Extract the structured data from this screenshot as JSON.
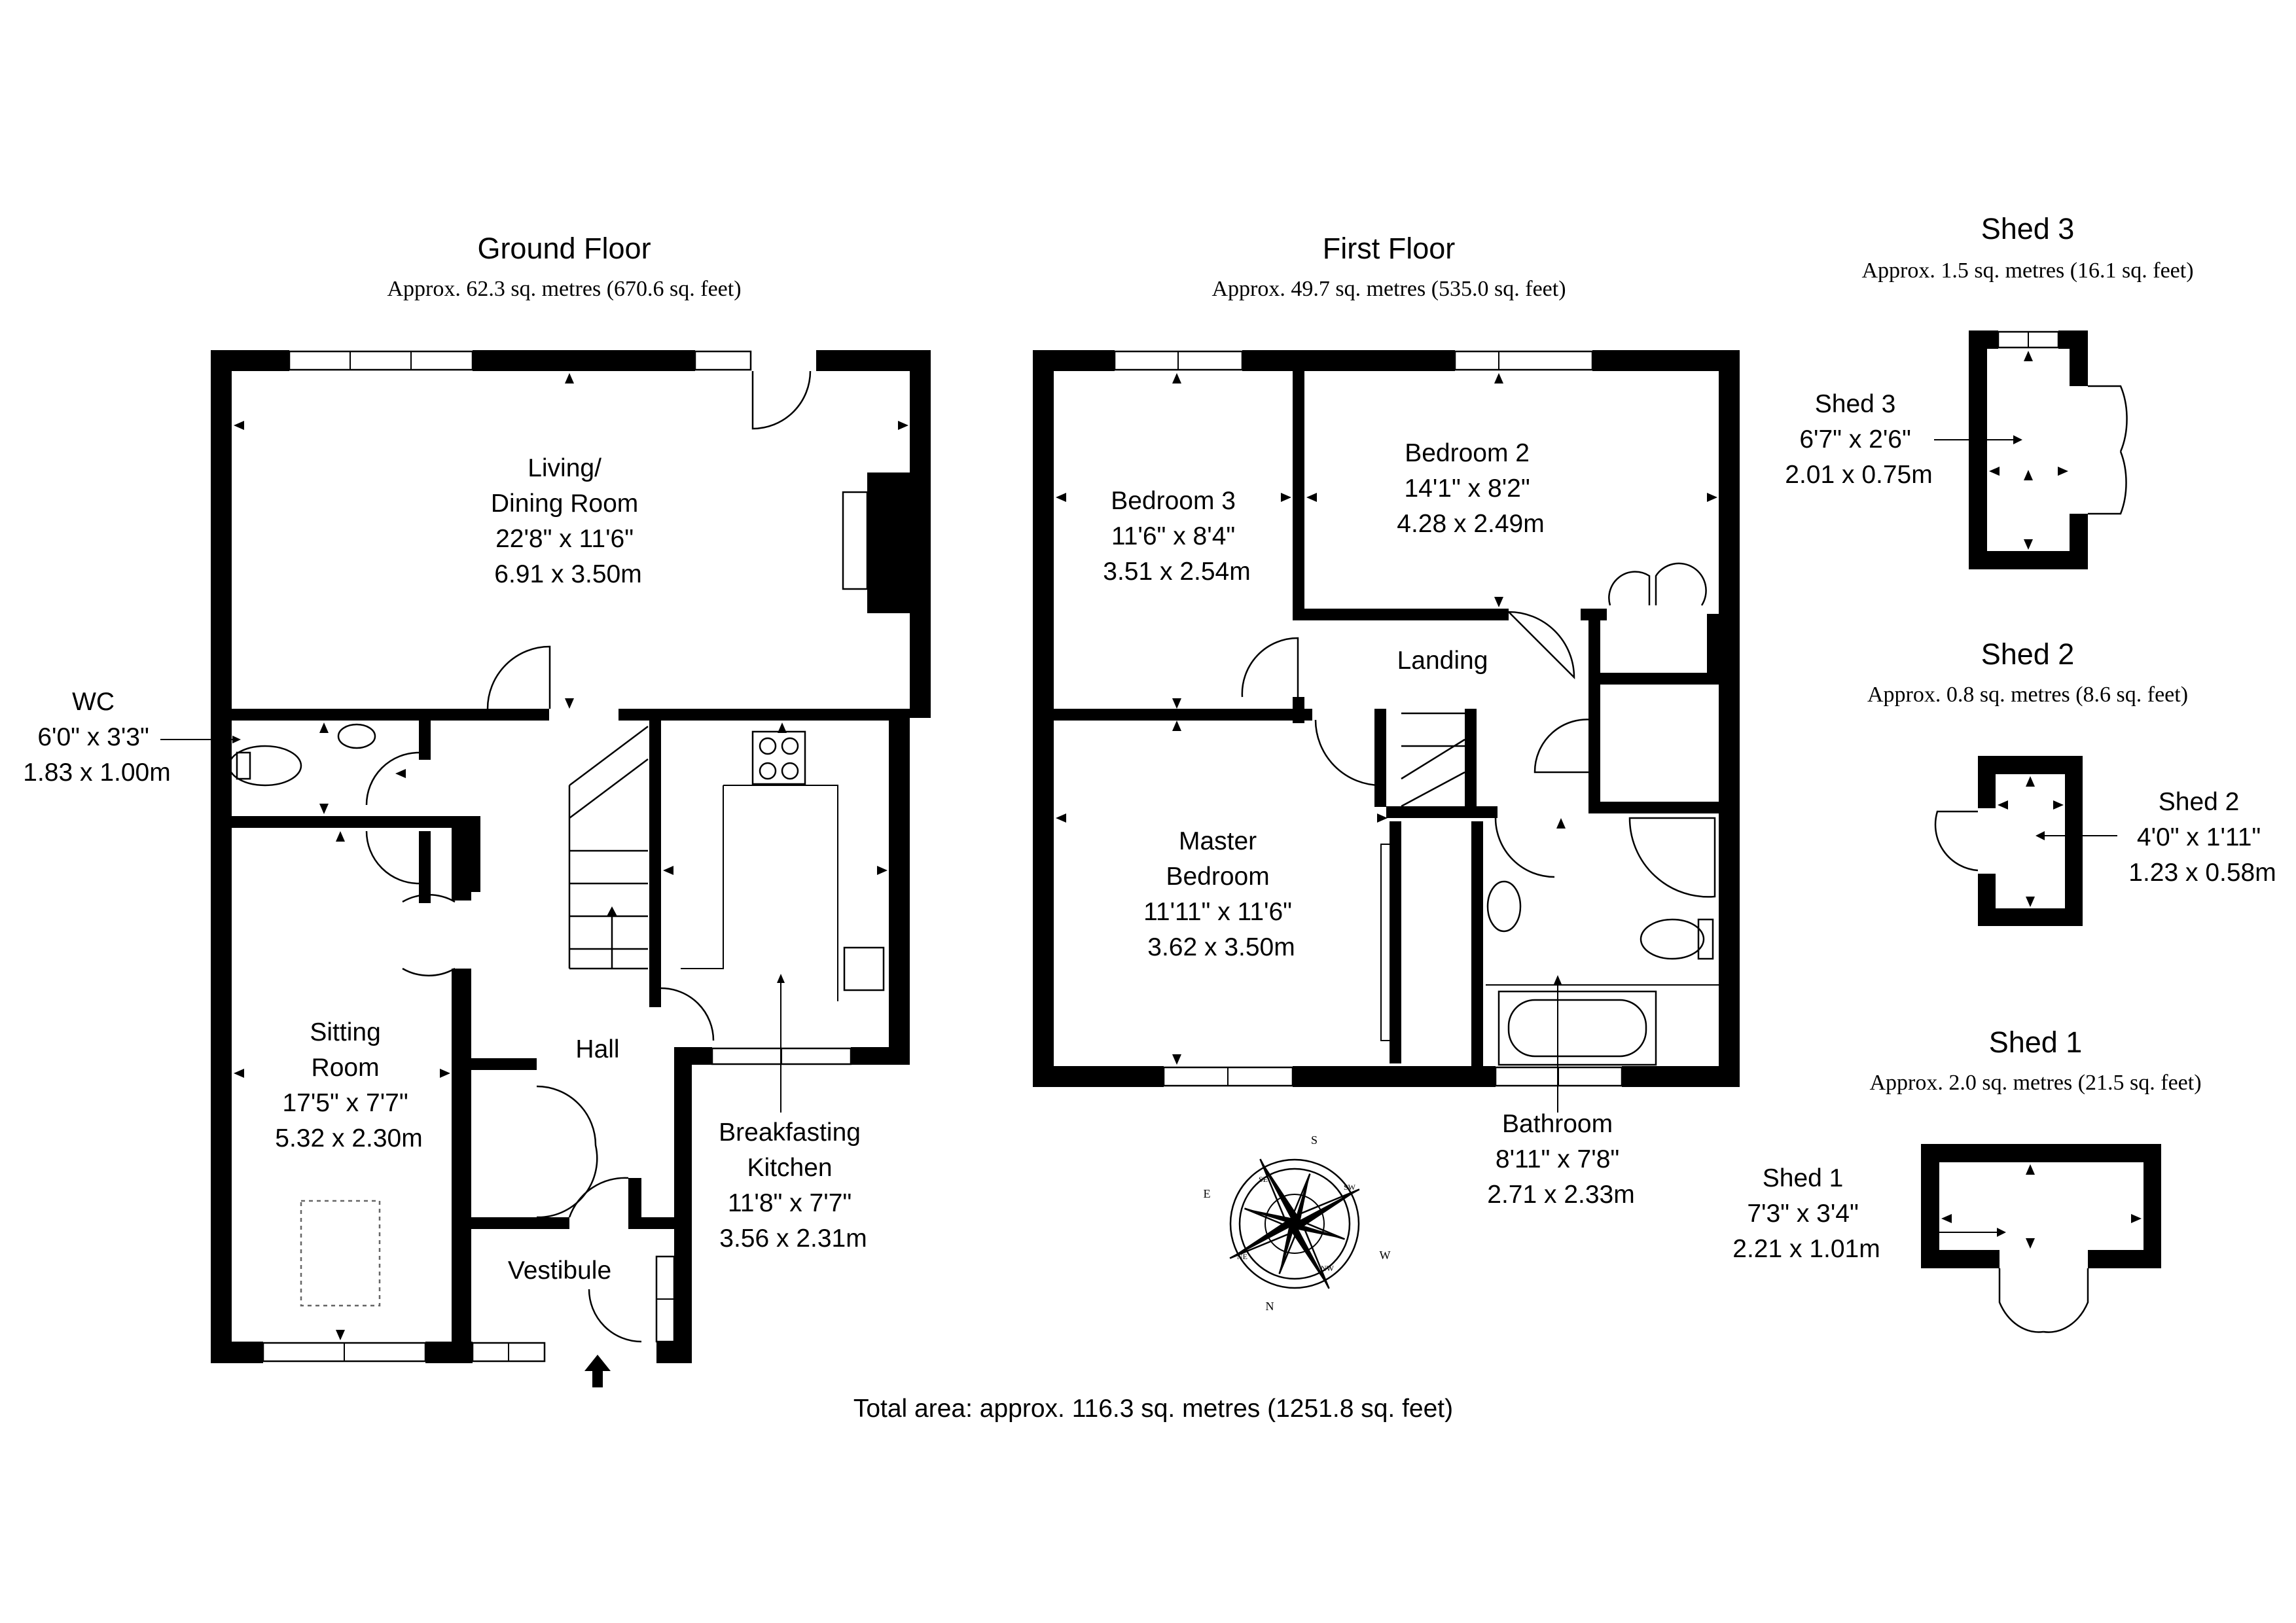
{
  "ground_floor": {
    "title": "Ground Floor",
    "area": "Approx. 62.3 sq. metres (670.6 sq. feet)",
    "rooms": {
      "living": [
        "Living/",
        "Dining Room",
        "22'8\" x 11'6\"",
        "6.91 x 3.50m"
      ],
      "wc": [
        "WC",
        "6'0\" x 3'3\"",
        "1.83 x 1.00m"
      ],
      "sitting": [
        "Sitting",
        "Room",
        "17'5\" x 7'7\"",
        "5.32 x 2.30m"
      ],
      "hall": [
        "Hall"
      ],
      "vestibule": [
        "Vestibule"
      ],
      "kitchen": [
        "Breakfasting",
        "Kitchen",
        "11'8\" x 7'7\"",
        "3.56 x 2.31m"
      ]
    }
  },
  "first_floor": {
    "title": "First Floor",
    "area": "Approx. 49.7 sq. metres (535.0 sq. feet)",
    "rooms": {
      "bedroom3": [
        "Bedroom 3",
        "11'6\" x 8'4\"",
        "3.51 x 2.54m"
      ],
      "bedroom2": [
        "Bedroom 2",
        "14'1\" x 8'2\"",
        "4.28 x 2.49m"
      ],
      "landing": [
        "Landing"
      ],
      "master": [
        "Master",
        "Bedroom",
        "11'11\" x 11'6\"",
        "3.62 x 3.50m"
      ],
      "bathroom": [
        "Bathroom",
        "8'11\" x 7'8\"",
        "2.71 x 2.33m"
      ]
    }
  },
  "shed3": {
    "title": "Shed 3",
    "area": "Approx. 1.5 sq. metres (16.1 sq. feet)",
    "label": [
      "Shed 3",
      "6'7\" x 2'6\"",
      "2.01 x 0.75m"
    ]
  },
  "shed2": {
    "title": "Shed 2",
    "area": "Approx. 0.8 sq. metres (8.6 sq. feet)",
    "label": [
      "Shed 2",
      "4'0\" x 1'11\"",
      "1.23 x 0.58m"
    ]
  },
  "shed1": {
    "title": "Shed 1",
    "area": "Approx. 2.0 sq. metres (21.5 sq. feet)",
    "label": [
      "Shed 1",
      "7'3\" x 3'4\"",
      "2.21 x 1.01m"
    ]
  },
  "total": "Total area: approx. 116.3 sq. metres (1251.8 sq. feet)",
  "compass": {
    "letters": [
      "S",
      "SE",
      "E",
      "NE",
      "N",
      "NW",
      "W",
      "SW"
    ]
  },
  "colors": {
    "wall": "#000000",
    "background": "#ffffff"
  }
}
